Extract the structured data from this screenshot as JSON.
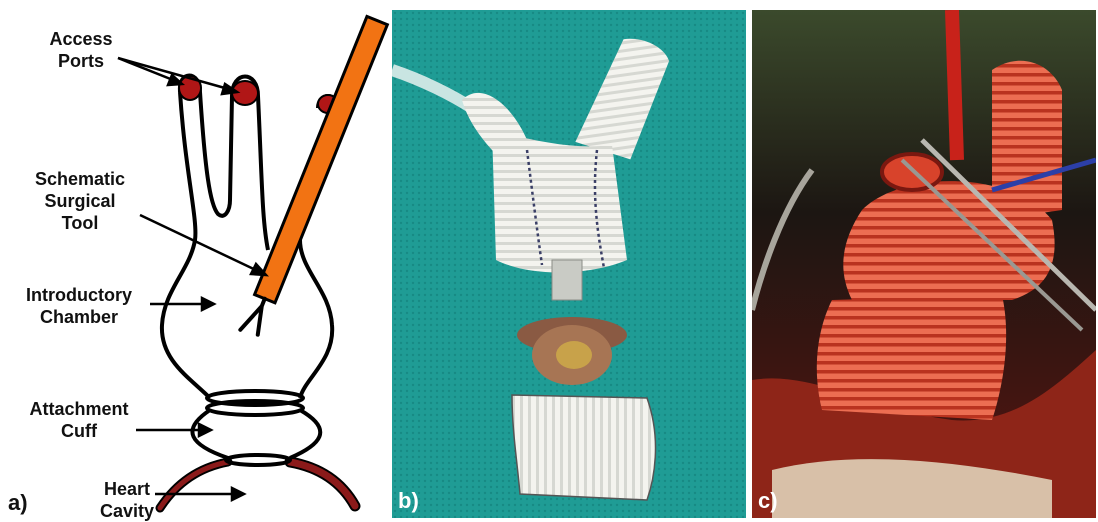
{
  "panel_a": {
    "letter": "a)",
    "labels": {
      "access_ports": [
        "Access",
        "Ports"
      ],
      "surgical_tool": [
        "Schematic",
        "Surgical",
        "Tool"
      ],
      "introductory_chamber": [
        "Introductory",
        "Chamber"
      ],
      "attachment_cuff": [
        "Attachment",
        "Cuff"
      ],
      "heart_cavity": [
        "Heart",
        "Cavity"
      ]
    },
    "colors": {
      "tool": "#f27313",
      "port": "#b01616",
      "heart": "#8b1a1a"
    }
  },
  "panel_b": {
    "letter": "b)",
    "colors": {
      "background": "#1f9c95",
      "graft": "#f2f3ee"
    }
  },
  "panel_c": {
    "letter": "c)",
    "colors": {
      "graft": "#e4573e",
      "tissue": "#7a1810"
    }
  }
}
